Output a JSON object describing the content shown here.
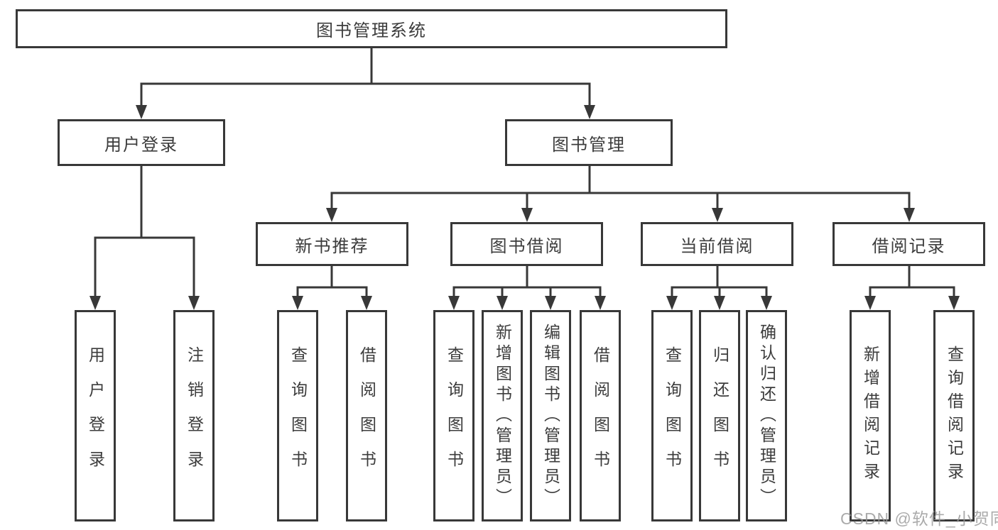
{
  "diagram": {
    "root": {
      "label": "图书管理系统"
    },
    "level2": [
      {
        "label": "用户登录",
        "children": [
          {
            "label": "用户登录"
          },
          {
            "label": "注销登录"
          }
        ]
      },
      {
        "label": "图书管理",
        "children": [
          {
            "label": "新书推荐",
            "children": [
              {
                "label": "查询图书"
              },
              {
                "label": "借阅图书"
              }
            ]
          },
          {
            "label": "图书借阅",
            "children": [
              {
                "label": "查询图书"
              },
              {
                "label": "新增图书（管理员）"
              },
              {
                "label": "编辑图书（管理员）"
              },
              {
                "label": "借阅图书"
              }
            ]
          },
          {
            "label": "当前借阅",
            "children": [
              {
                "label": "查询图书"
              },
              {
                "label": "归还图书"
              },
              {
                "label": "确认归还（管理员）"
              }
            ]
          },
          {
            "label": "借阅记录",
            "children": [
              {
                "label": "新增借阅记录"
              },
              {
                "label": "查询借阅记录"
              }
            ]
          }
        ]
      }
    ]
  },
  "watermark": {
    "text": "CSDN @软件_小贺同学"
  },
  "colors": {
    "line": "#383838",
    "text": "#3c3c3c",
    "background": "#ffffff",
    "watermark": "#969696"
  }
}
